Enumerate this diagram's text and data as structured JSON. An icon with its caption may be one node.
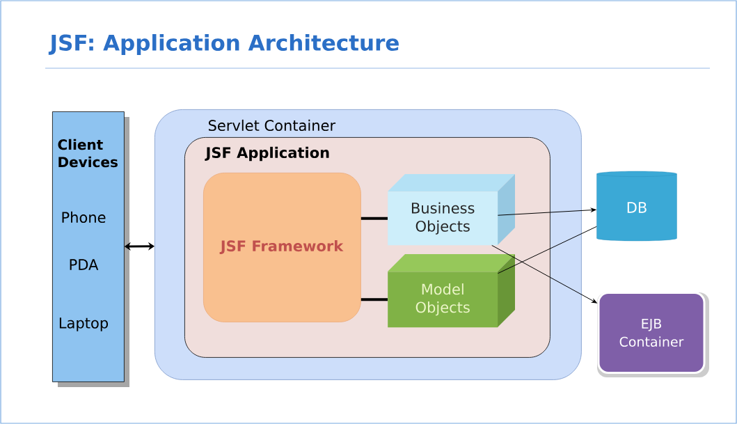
{
  "diagram": {
    "title": "JSF: Application Architecture",
    "nodes": [
      {
        "text": [
          "Client Devices",
          "Phone",
          "PDA",
          "Laptop"
        ]
      },
      {
        "text": [
          "Servlet Container"
        ]
      },
      {
        "text": [
          "JSF Application"
        ],
        "in": 1
      },
      {
        "text": [
          "JSF Framework"
        ],
        "in": 2
      },
      {
        "text": [
          "Business Objects"
        ],
        "in": 2
      },
      {
        "text": [
          "Model Objects"
        ],
        "in": 2
      },
      {
        "text": [
          "DB"
        ]
      },
      {
        "text": [
          "EJB Container"
        ]
      }
    ],
    "edges": [
      {
        "from": 0,
        "to": 1,
        "arrow": "both",
        "style": "thick"
      },
      {
        "from": 3,
        "to": 4,
        "arrow": "none",
        "style": "thick"
      },
      {
        "from": 3,
        "to": 5,
        "arrow": "none",
        "style": "thick"
      },
      {
        "from": 4,
        "to": 6,
        "arrow": "to"
      },
      {
        "from": 4,
        "to": 7,
        "arrow": "to"
      },
      {
        "from": 5,
        "to": 6,
        "arrow": "none"
      }
    ]
  }
}
